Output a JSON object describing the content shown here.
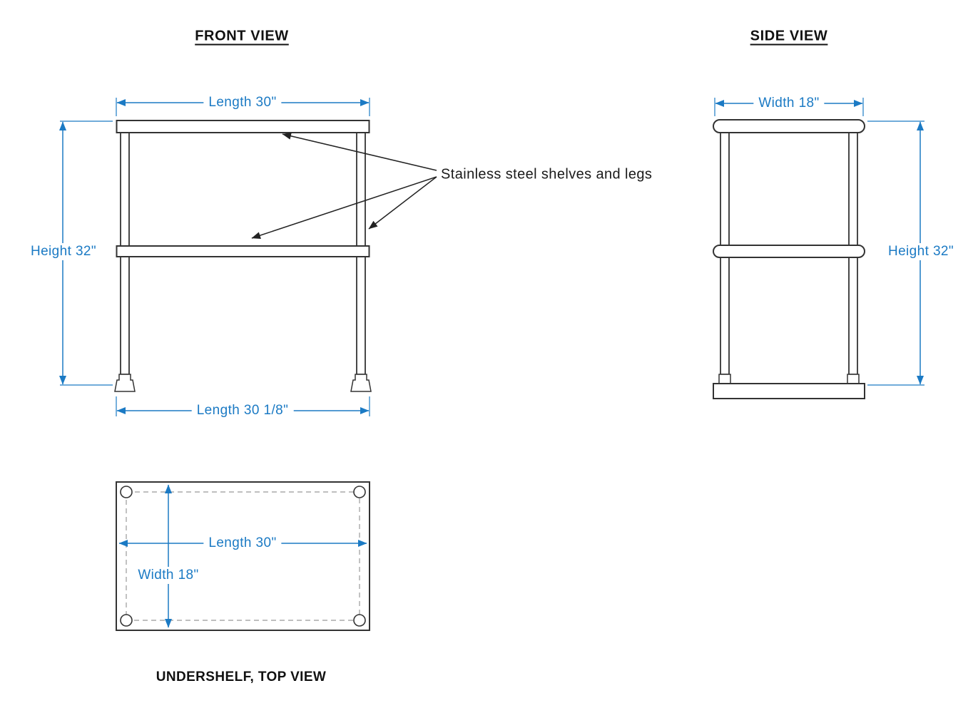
{
  "colors": {
    "dimension_blue": "#1b7ac4",
    "drawing_line": "#333333"
  },
  "front_view": {
    "title": "FRONT VIEW",
    "dim_length_top": "Length 30\"",
    "dim_height": "Height 32\"",
    "dim_length_bottom": "Length 30 1/8\""
  },
  "side_view": {
    "title": "SIDE VIEW",
    "dim_width": "Width 18\"",
    "dim_height": "Height 32\""
  },
  "annotation": {
    "label": "Stainless steel shelves and legs"
  },
  "undershelf_view": {
    "title": "UNDERSHELF, TOP VIEW",
    "dim_length": "Length 30\"",
    "dim_width": "Width 18\""
  }
}
